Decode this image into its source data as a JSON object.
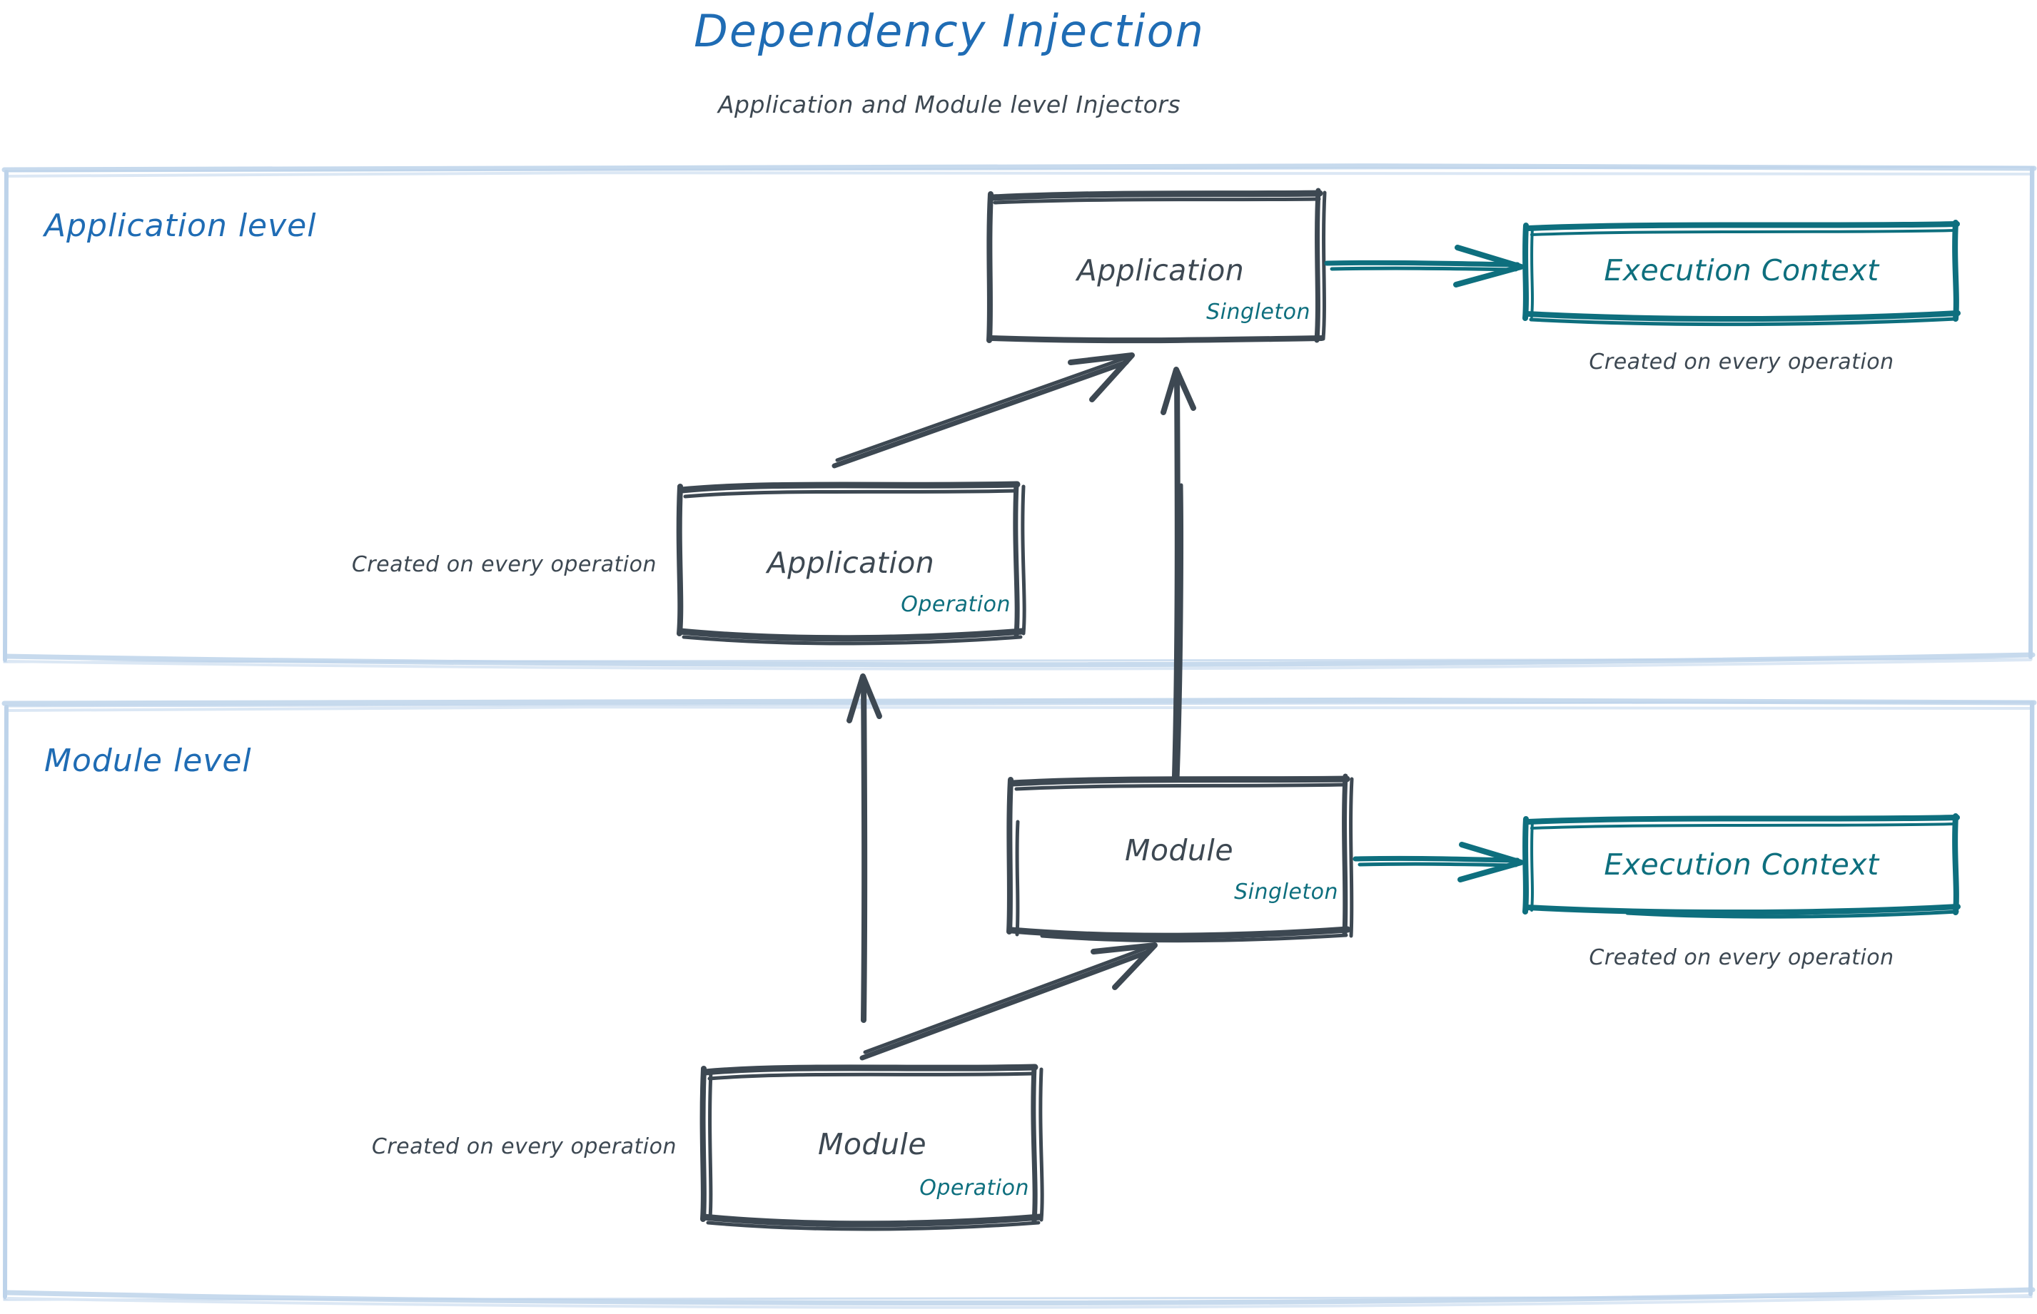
{
  "header": {
    "title": "Dependency Injection",
    "subtitle": "Application and Module level Injectors"
  },
  "colors": {
    "title_blue": "#1f6cb4",
    "zone_border": "#bdd3ea",
    "ink_dark": "#3d4852",
    "teal": "#0e6f7e",
    "background": "#ffffff"
  },
  "zones": [
    {
      "id": "application-level",
      "label": "Application level"
    },
    {
      "id": "module-level",
      "label": "Module level"
    }
  ],
  "nodes": {
    "application_singleton": {
      "title": "Application",
      "scope": "Singleton"
    },
    "application_operation": {
      "title": "Application",
      "scope": "Operation",
      "note": "Created on every operation"
    },
    "application_execution_context": {
      "title": "Execution Context",
      "note": "Created on every operation"
    },
    "module_singleton": {
      "title": "Module",
      "scope": "Singleton"
    },
    "module_operation": {
      "title": "Module",
      "scope": "Operation",
      "note": "Created on every operation"
    },
    "module_execution_context": {
      "title": "Execution Context",
      "note": "Created on every operation"
    }
  },
  "edges": [
    {
      "id": "app-singleton-to-app-exec-context",
      "from": "application_singleton",
      "to": "application_execution_context",
      "color": "teal",
      "direction": "right"
    },
    {
      "id": "app-operation-to-app-singleton",
      "from": "application_operation",
      "to": "application_singleton",
      "color": "dark",
      "direction": "up-right"
    },
    {
      "id": "module-singleton-to-app-singleton",
      "from": "module_singleton",
      "to": "application_singleton",
      "color": "dark",
      "direction": "up"
    },
    {
      "id": "module-singleton-to-module-exec-context",
      "from": "module_singleton",
      "to": "module_execution_context",
      "color": "teal",
      "direction": "right"
    },
    {
      "id": "module-operation-to-module-singleton",
      "from": "module_operation",
      "to": "module_singleton",
      "color": "dark",
      "direction": "up-right"
    },
    {
      "id": "module-operation-to-app-operation",
      "from": "module_operation",
      "to": "application_operation",
      "color": "dark",
      "direction": "up"
    }
  ]
}
